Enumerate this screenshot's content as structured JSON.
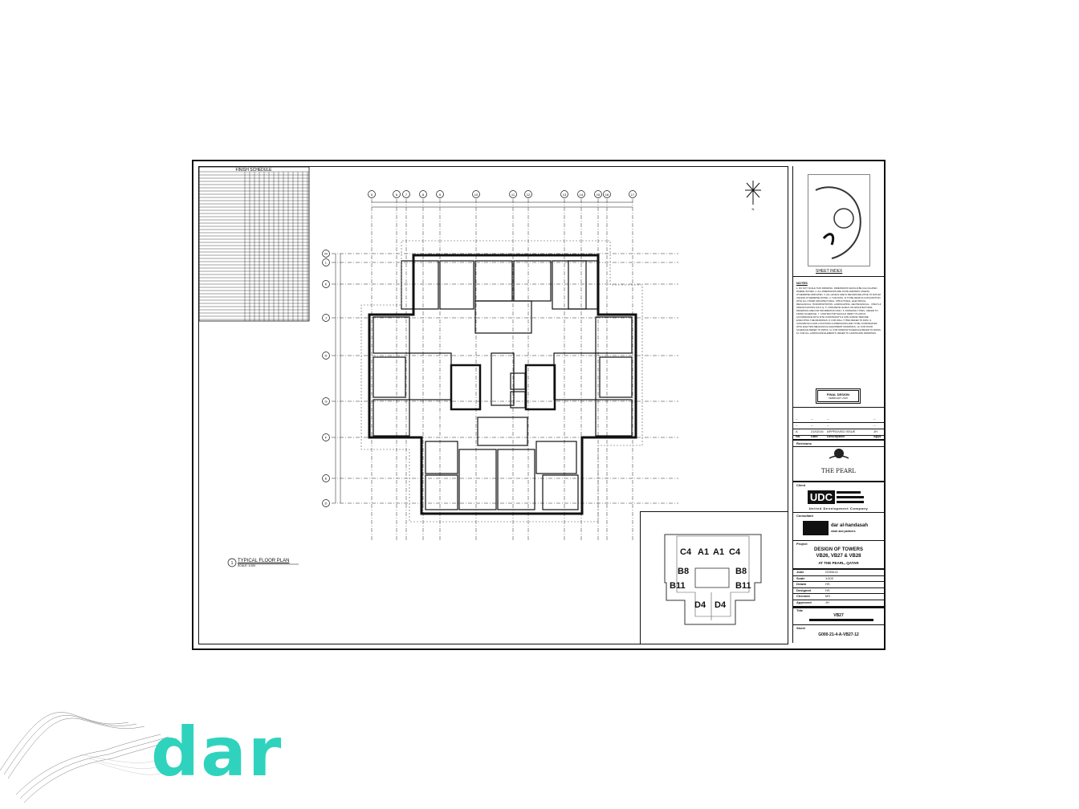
{
  "drawing": {
    "plan_title": "TYPICAL FLOOR PLAN",
    "plan_number": "1",
    "plan_scale": "SCALE: 1/100",
    "grid_columns": [
      "5",
      "6",
      "7",
      "8",
      "9",
      "10",
      "11",
      "12",
      "13",
      "14",
      "15",
      "16",
      "17"
    ],
    "grid_rows": [
      "M",
      "L",
      "K",
      "J",
      "H",
      "G",
      "F",
      "E",
      "D"
    ],
    "finish_schedule_title": "FINISH SCHEDULE",
    "north_label": "N"
  },
  "key_plan": {
    "units": [
      "C4",
      "A1",
      "A1",
      "C4",
      "B8",
      "B8",
      "B11",
      "B11",
      "D4",
      "D4"
    ]
  },
  "title_block": {
    "sheet_index": "SHEET INDEX",
    "notes_heading": "NOTES",
    "notes": "1. DO NOT SCALE THIS DRAWING. DIMENSIONS SHOULD BE CALCULATED WHERE STATED. 2. ALL DIMENSIONS ARE IN MILLIMETERS UNLESS OTHERWISE INDICATED. 3. ALL LEVELS ARE IN METERS RELATIVE TO DATUM UNLESS OTHERWISE NOTED. 4. THIS DWG. IS TO BE READ IN CONJUNCTION WITH ALL OTHER ARCHITECTURAL, STRUCTURAL, ELECTRICAL, MECHANICAL, TRANSPORTATION, LANDSCAPING, GEOTECHNICAL... DWG'S & SPECIFICATIONS & B.O.Q. 5. CONCRETE LEVELS ON ARCHITECTURAL DRAWINGS ARE FOR INFORMATION ONLY. 6. FINISHING TYPES - REFER TO FINISH SCHEDULE. 7. CONTRACTOR SHOULD VERIFY PLANS IN ACCORDANCE WITH SITE CONSTRAINTS & SITE SURVEY BEFORE EXECUTING THE DRAWINGS. 8. FOR WALL TYPES REFER TO DWG. 9. CONCRETE FLOOR LOCATIONS & DIMENSIONS ARE TO BE COORDINATED WITH ELECTRO-MECHANICAL EQUIPMENT DRAWINGS. 10. FOR DOOR SCHEDULE REFER TO DWGS. 11. FOR WINDOW SCHEDULE REFER TO DWGS. 12. FOR ALL LANDSCAPE ELEMENTS, REFER TO LANDSCAPE DRAWINGS.",
    "stage": "FINAL DESIGN",
    "stage_date": "FEBRUARY 2016",
    "revisions": [
      {
        "no": "--",
        "date": "--",
        "desc": "--",
        "appr": "--"
      },
      {
        "no": "--",
        "date": "--",
        "desc": "--",
        "appr": "--"
      },
      {
        "no": "A",
        "date": "21/02/16",
        "desc": "APPROVED ISSUE",
        "appr": "JH"
      }
    ],
    "rev_headers": {
      "no": "No.",
      "date": "Date",
      "desc": "Description",
      "appr": "Appr."
    },
    "revisions_label": "Revisions",
    "project_logo": "THE PEARL",
    "client_label": "Client",
    "client_name": "United Development Company",
    "consultant_label": "Consultant",
    "consultant_name": "dar al-handasah",
    "consultant_sub": "shair and partners",
    "project_label": "Project",
    "project_line1": "DESIGN OF TOWERS",
    "project_line2": "VB26, VB27 & VB28",
    "project_line3": "AT THE PEARL, QATAR",
    "fields": [
      {
        "label": "Job#",
        "value": "GOB014"
      },
      {
        "label": "Scale",
        "value": "1/100"
      },
      {
        "label": "Drawn",
        "value": "HS"
      },
      {
        "label": "Designed",
        "value": "HS"
      },
      {
        "label": "Checked",
        "value": "MS"
      },
      {
        "label": "Approved",
        "value": "JH"
      }
    ],
    "title_label": "Title",
    "title_value": "VB27",
    "sheet_label": "Sheet",
    "sheet_value": "G000-21-4-A-VB27-12"
  },
  "branding": {
    "logo_text": "dar",
    "logo_color": "#2fd3bd"
  }
}
